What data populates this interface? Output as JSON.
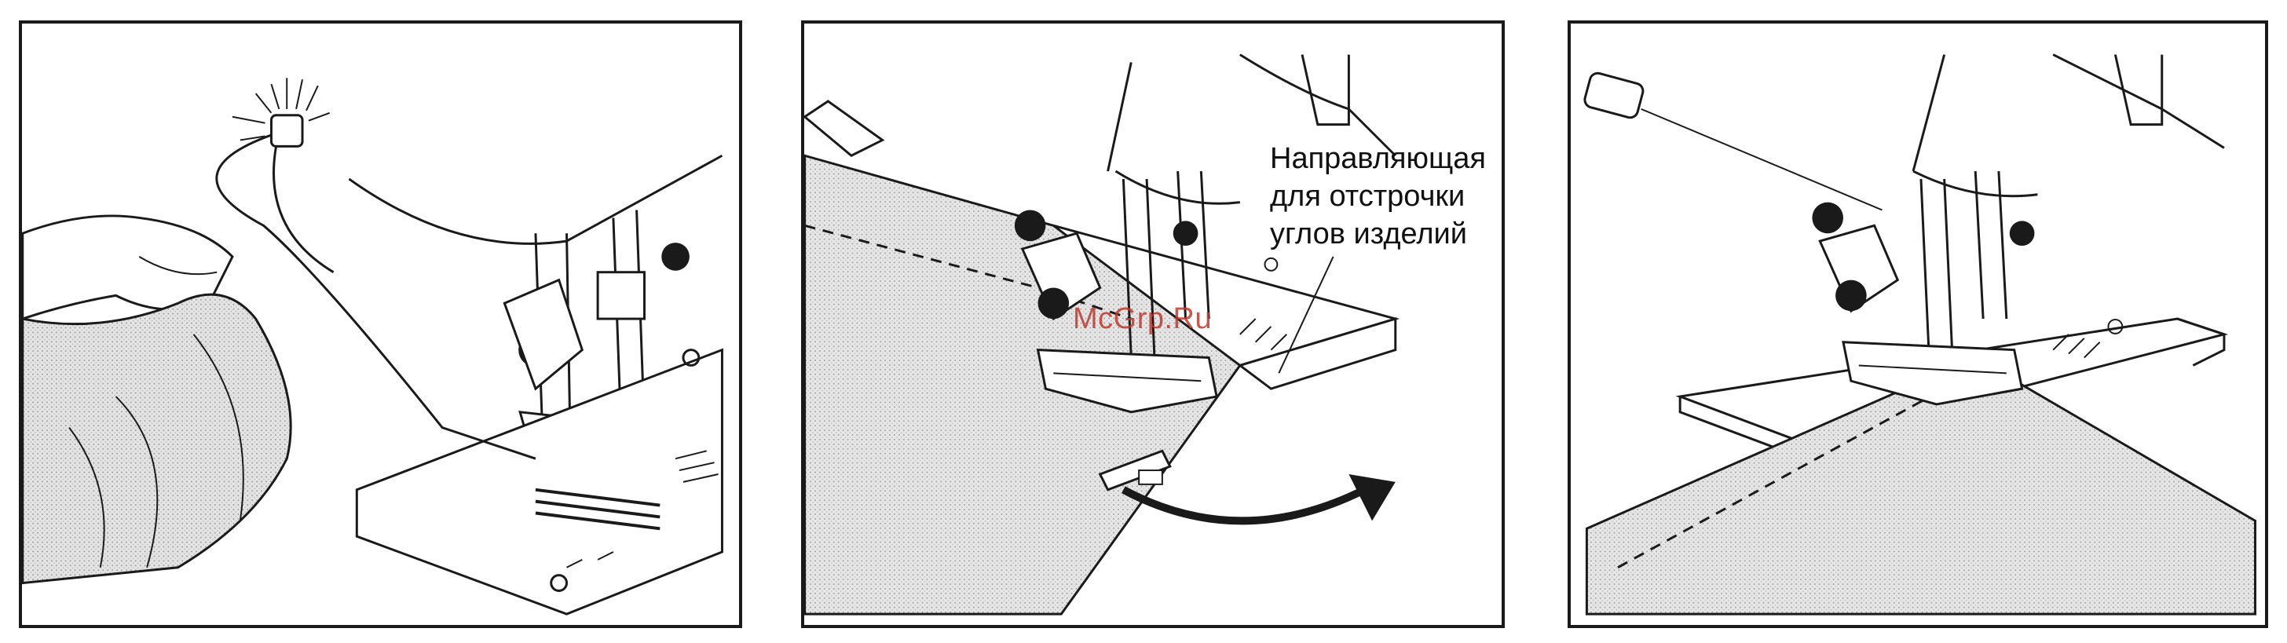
{
  "figure": {
    "panels": [
      {
        "id": "panel-1",
        "description_icon": "thread-pull-illustration"
      },
      {
        "id": "panel-2",
        "description_icon": "corner-guide-illustration"
      },
      {
        "id": "panel-3",
        "description_icon": "seam-stitching-illustration"
      }
    ],
    "caption_lines": [
      "Направляющая",
      "для отстрочки",
      "углов изделий"
    ],
    "watermark": "McGrp.Ru"
  },
  "colors": {
    "line": "#1a1a1a",
    "fabric_shade": "#d6d6d6",
    "watermark": "#c0392b"
  }
}
